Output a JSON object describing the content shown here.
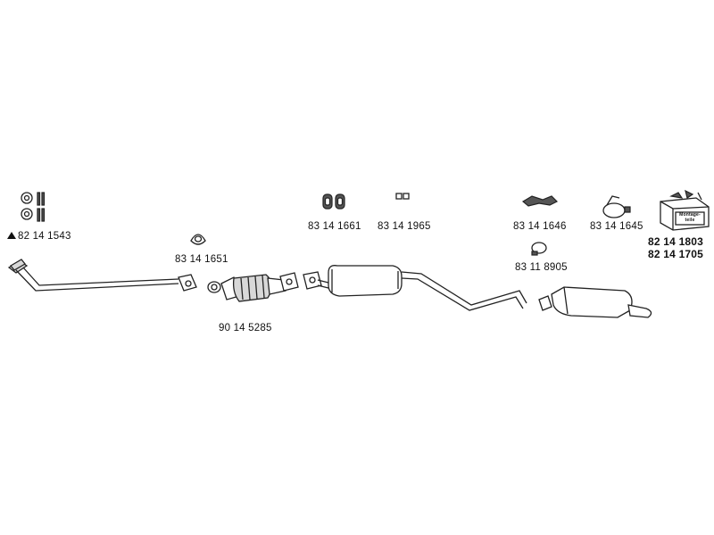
{
  "parts": {
    "gasket_set": "82 14 1543",
    "flange_gasket": "83 14 1651",
    "catalytic_converter": "90 14 5285",
    "rubber_hanger_pair": "83 14 1661",
    "small_clamp": "83 14 1965",
    "mounting_strip": "83 14 1646",
    "pipe_clamp": "83 11 8905",
    "hanger_ring": "83 14 1645",
    "mounting_kit_1": "82 14 1803",
    "mounting_kit_2": "82 14 1705"
  },
  "kit_box_text": "Montage-teile"
}
